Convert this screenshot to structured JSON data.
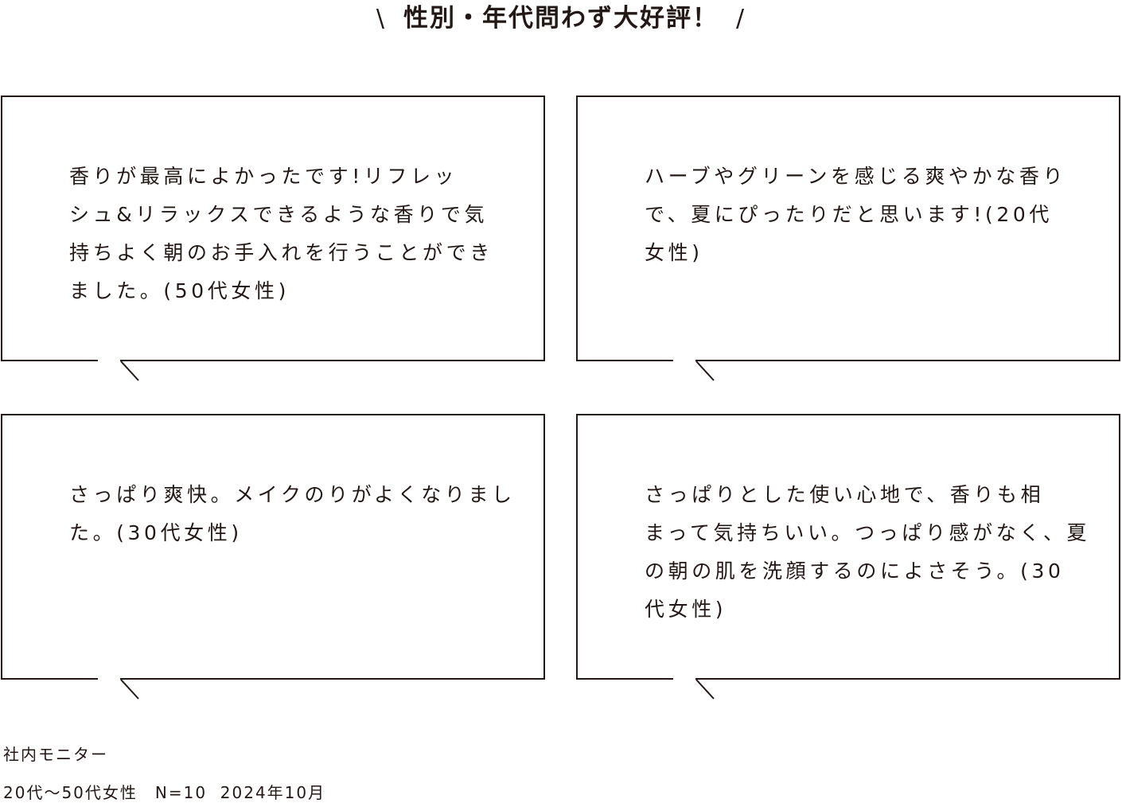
{
  "heading": {
    "left_mark": "\\",
    "title": "性別・年代問わず大好評！",
    "right_mark": "/"
  },
  "reviews": [
    {
      "lines": [
        "香りが最高によかったです!リフレッ",
        "シュ&リラックスできるような香りで気",
        "持ちよく朝のお手入れを行うことができ",
        "ました。(50代女性)"
      ]
    },
    {
      "lines": [
        "ハーブやグリーンを感じる爽やかな香り",
        "で、夏にぴったりだと思います!(20代",
        "女性)"
      ]
    },
    {
      "lines": [
        "さっぱり爽快。メイクのりがよくなりまし",
        "た。(30代女性)"
      ]
    },
    {
      "lines": [
        "さっぱりとした使い心地で、香りも相",
        "まって気持ちいい。つっぱり感がなく、夏",
        "の朝の肌を洗顔するのによさそう。(30",
        "代女性)"
      ]
    }
  ],
  "footnote": {
    "line1": "社内モニター",
    "line2": "20代〜50代女性　N=10  2024年10月"
  }
}
